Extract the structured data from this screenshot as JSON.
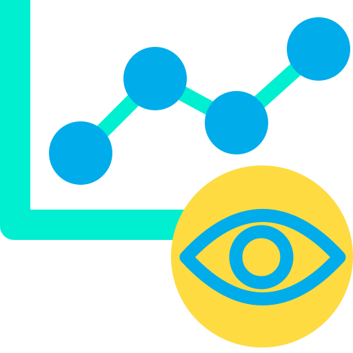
{
  "icon": {
    "name": "data-view-icon",
    "description_parts": [
      "chart-axis",
      "trend-line",
      "data-point",
      "eye-badge"
    ],
    "colors": {
      "axis": "#00EFD1",
      "line": "#00EFD1",
      "points": "#00ACEA",
      "badge_fill": "#FEDB41",
      "eye_stroke": "#00ACEA"
    },
    "points_count": 4
  }
}
